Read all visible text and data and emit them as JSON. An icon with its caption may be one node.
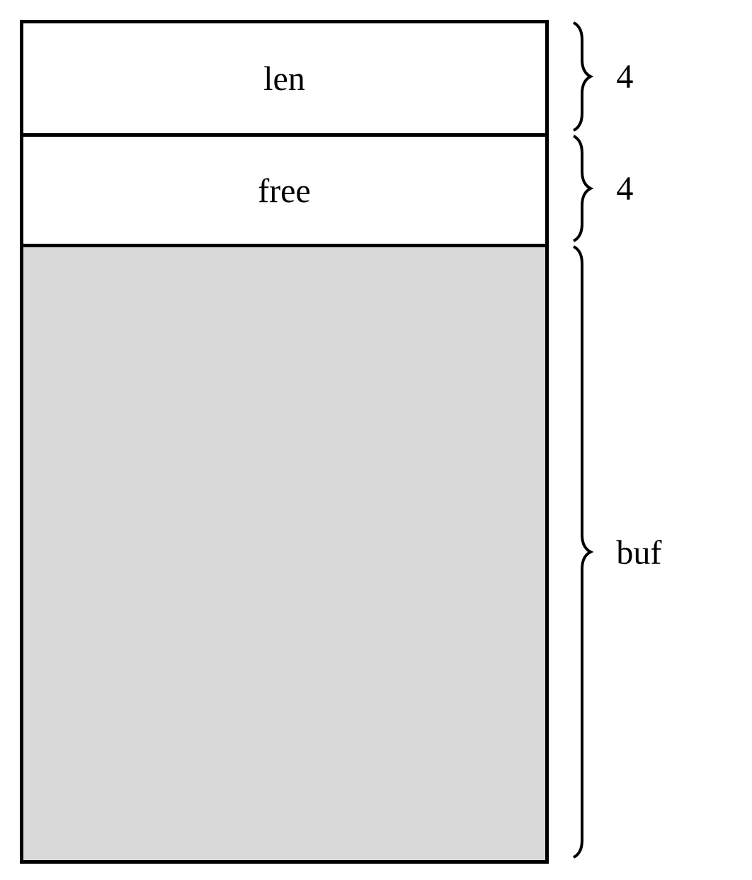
{
  "diagram": {
    "nodes": [
      {
        "text": [
          "len"
        ],
        "beside": [
          "4"
        ]
      },
      {
        "text": [
          "free"
        ],
        "beside": [
          "4"
        ]
      },
      {
        "text": [],
        "shape": "box",
        "beside": [
          "buf"
        ]
      }
    ]
  }
}
